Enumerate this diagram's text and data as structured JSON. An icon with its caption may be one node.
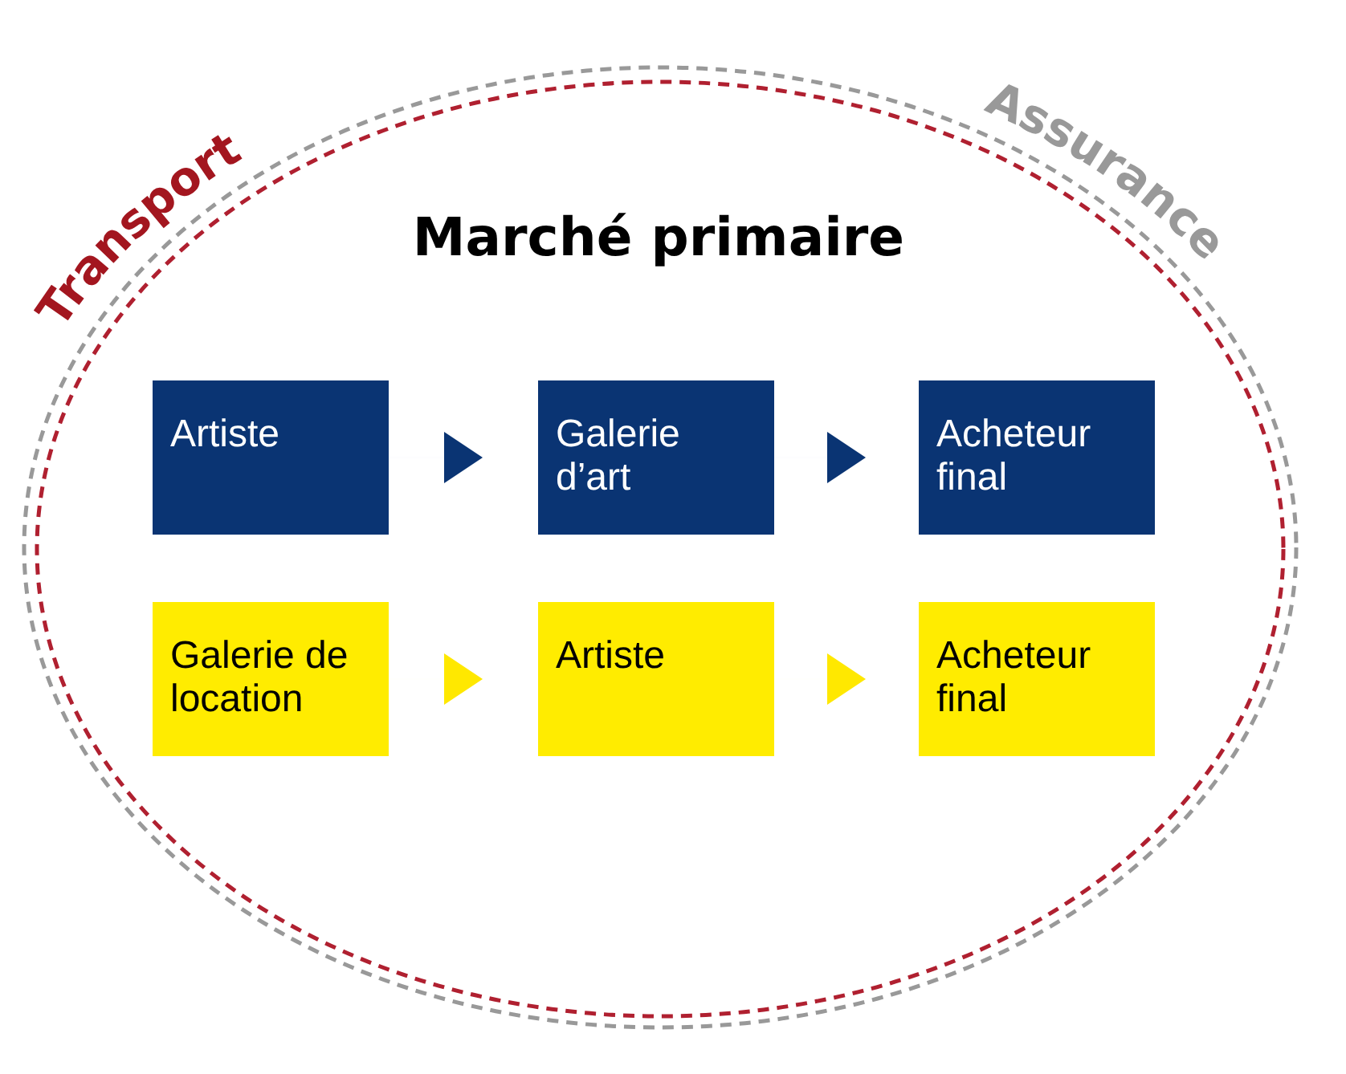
{
  "diagram": {
    "title": "Marché primaire",
    "nodes": [
      {
        "text": [
          "Artiste"
        ]
      },
      {
        "text": [
          "Galerie d’art"
        ]
      },
      {
        "text": [
          "Acheteur final"
        ]
      },
      {
        "text": [
          "Galerie de location"
        ]
      },
      {
        "text": [
          "Artiste"
        ]
      },
      {
        "text": [
          "Acheteur final"
        ]
      }
    ],
    "edges": [
      {
        "from": 0,
        "to": 1,
        "arrow": "to"
      },
      {
        "from": 1,
        "to": 2,
        "arrow": "to"
      },
      {
        "from": 3,
        "to": 4,
        "arrow": "to",
        "color": "#ffe800"
      },
      {
        "from": 4,
        "to": 5,
        "arrow": "to",
        "color": "#ffe800"
      }
    ],
    "labels": [
      "Transport",
      "Assurance"
    ]
  }
}
